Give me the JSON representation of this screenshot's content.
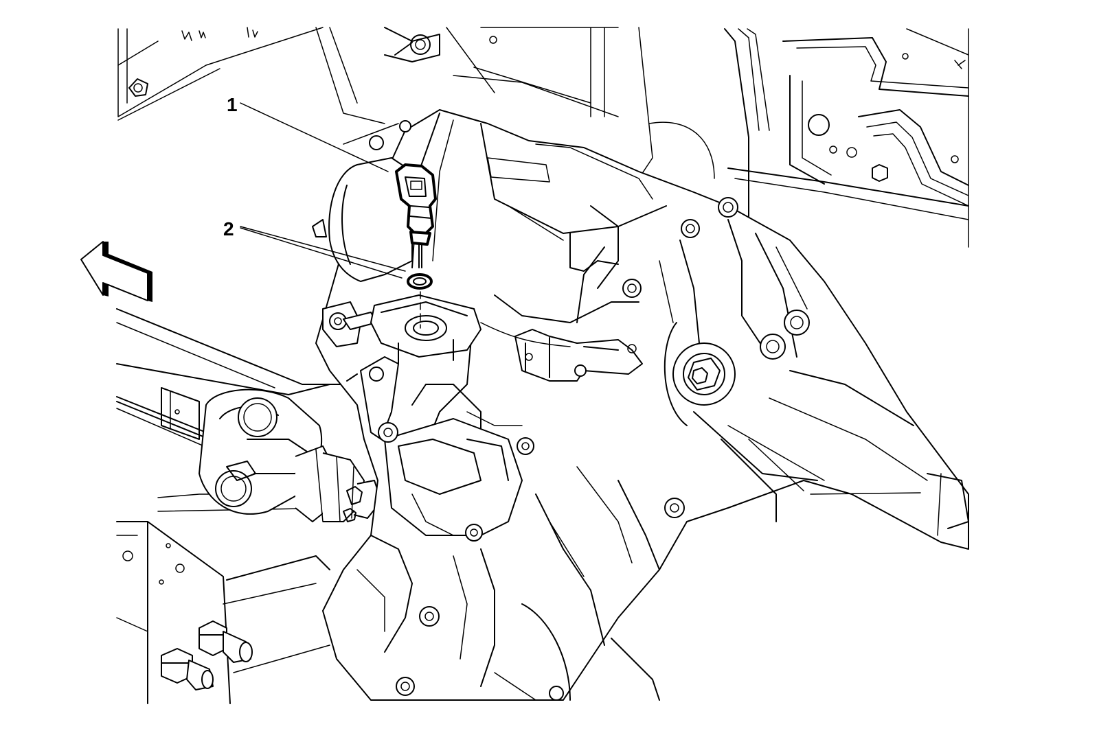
{
  "figure": {
    "callouts": [
      {
        "id": "1",
        "label": "1",
        "part": "sensor"
      },
      {
        "id": "2",
        "label": "2",
        "part": "seal"
      }
    ],
    "direction_indicator": "front-arrow-left",
    "colors": {
      "line": "#000000",
      "background": "#ffffff"
    }
  }
}
